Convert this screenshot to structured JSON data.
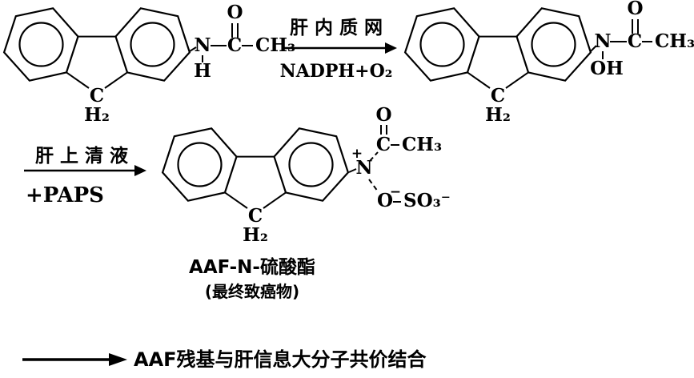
{
  "fluorene": {
    "c": "C",
    "h2": "H₂"
  },
  "structure1": {
    "n": "N",
    "h": "H",
    "c": "C",
    "o": "O",
    "ch3": "CH₃"
  },
  "arrow1": {
    "label_top": "肝内质网",
    "label_bottom": "NADPH+O₂"
  },
  "structure2": {
    "n": "N",
    "oh": "OH",
    "c": "C",
    "o": "O",
    "ch3": "CH₃"
  },
  "arrow2": {
    "label_top": "肝上清液",
    "label_bottom": "+PAPS"
  },
  "structure3": {
    "plus": "+",
    "n": "N",
    "o_top": "O",
    "c": "C",
    "ch3": "CH₃",
    "o_bottom": "O",
    "o_minus": "−",
    "so3": "SO₃⁻"
  },
  "caption": {
    "title": "AAF-N-硫酸酯",
    "subtitle": "(最终致癌物)"
  },
  "footer": {
    "label": "AAF残基与肝信息大分子共价结合"
  },
  "colors": {
    "ink": "#000000",
    "background": "#ffffff"
  }
}
